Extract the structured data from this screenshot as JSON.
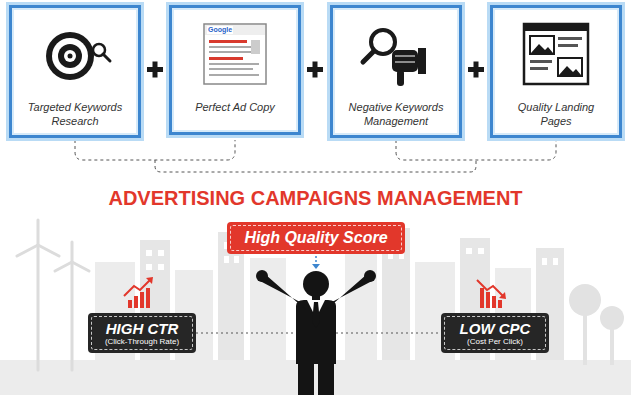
{
  "diagram": {
    "title": "ADVERTISING CAMPAIGNS MANAGEMENT",
    "nodes": [
      {
        "text": [
          "Targeted Keywords Research"
        ]
      },
      {
        "text": [
          "Perfect Ad Copy"
        ]
      },
      {
        "text": [
          "Negative Keywords Management"
        ]
      },
      {
        "text": [
          "Quality Landing Pages"
        ]
      },
      {
        "text": [
          "High Quality Score"
        ]
      },
      {
        "text": [
          "HIGH CTR",
          "(Click-Through Rate)"
        ]
      },
      {
        "text": [
          "LOW CPC",
          "(Cost Per Click)"
        ]
      }
    ],
    "edges": [
      {
        "from": 5,
        "to": 6,
        "arrow": "none"
      }
    ],
    "labels": [
      "Google"
    ]
  }
}
